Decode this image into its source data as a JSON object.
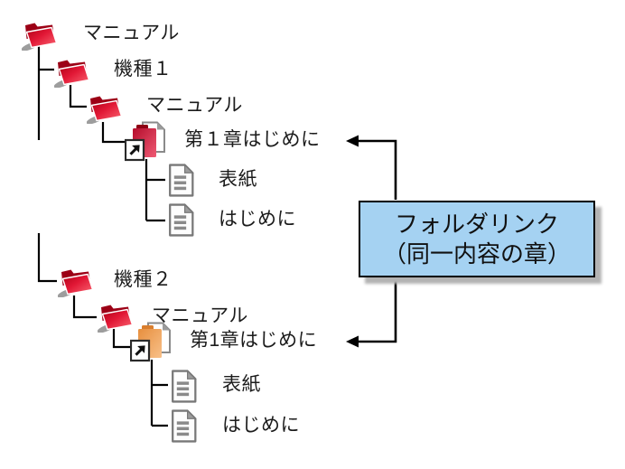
{
  "tree": {
    "nodes": [
      {
        "label": "マニュアル",
        "icon": "folder",
        "color": "red"
      },
      {
        "label": "機種１",
        "icon": "folder",
        "color": "red"
      },
      {
        "label": "マニュアル",
        "icon": "folder",
        "color": "red"
      },
      {
        "label": "第１章はじめに",
        "icon": "chapter-link",
        "color": "red"
      },
      {
        "label": "表紙",
        "icon": "document",
        "color": "gray"
      },
      {
        "label": "はじめに",
        "icon": "document",
        "color": "gray"
      },
      {
        "label": "機種２",
        "icon": "folder",
        "color": "red"
      },
      {
        "label": "マニュアル",
        "icon": "folder",
        "color": "red"
      },
      {
        "label": "第1章はじめに",
        "icon": "chapter-link",
        "color": "orange"
      },
      {
        "label": "表紙",
        "icon": "document",
        "color": "gray"
      },
      {
        "label": "はじめに",
        "icon": "document",
        "color": "gray"
      }
    ]
  },
  "callout": {
    "line1": "フォルダリンク",
    "line2": "（同一内容の章）",
    "background": "#a5d2f2",
    "border": "#000000"
  },
  "colors": {
    "folder_red": "#d21430",
    "chapter_link_red": "#d93654",
    "chapter_link_orange": "#f0a35e",
    "connector_line": "#000000",
    "document_gray": "#8a8a8a"
  }
}
